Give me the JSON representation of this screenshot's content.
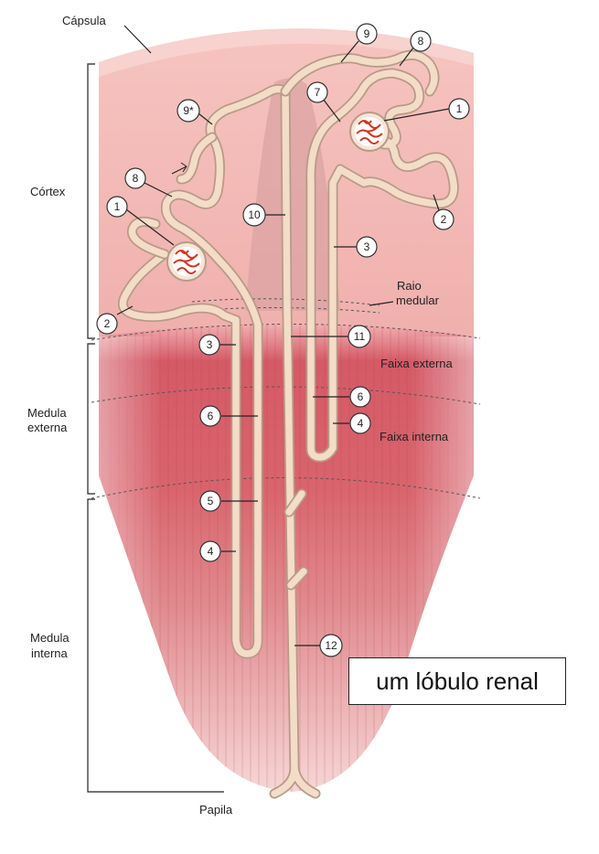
{
  "labels": {
    "capsula": "Cápsula",
    "cortex": "Córtex",
    "raio_line1": "Raio",
    "raio_line2": "medular",
    "faixa_externa": "Faixa externa",
    "faixa_interna": "Faixa interna",
    "medula_externa_line1": "Medula",
    "medula_externa_line2": "externa",
    "medula_interna_line1": "Medula",
    "medula_interna_line2": "interna",
    "papila": "Papila"
  },
  "markers": {
    "m9": "9",
    "m8_right": "8",
    "m7": "7",
    "m1_right": "1",
    "m9star": "9*",
    "m8_left": "8",
    "m1_left": "1",
    "m10": "10",
    "m2_right": "2",
    "m3_cortex": "3",
    "m2_left": "2",
    "m11": "11",
    "m3_medulla": "3",
    "m6_right": "6",
    "m6_left": "6",
    "m4_right": "4",
    "m5": "5",
    "m4_left": "4",
    "m12": "12"
  },
  "caption": "um lóbulo renal",
  "colors": {
    "cortex": "#f2b8b4",
    "medulla_outer": "#d9646d",
    "medulla_inner": "#e8a0a2",
    "tubule": "#f3dcc8",
    "tubule_outline": "#b89a86",
    "glomerulus": "#d8331f"
  }
}
